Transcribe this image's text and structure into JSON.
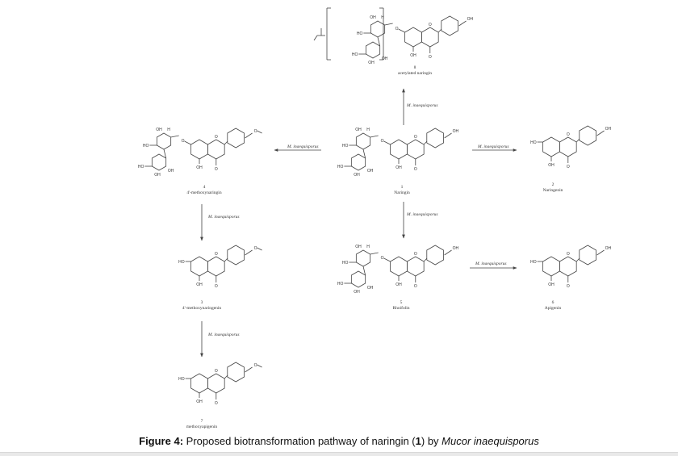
{
  "figure": {
    "compounds": [
      {
        "id": "c8",
        "number": "8",
        "name": "acetylated naringin"
      },
      {
        "id": "c4",
        "number": "4",
        "name": "4'-methoxynaringin"
      },
      {
        "id": "c1",
        "number": "1",
        "name": "Naringin"
      },
      {
        "id": "c2",
        "number": "2",
        "name": "Naringenin"
      },
      {
        "id": "c3",
        "number": "3",
        "name": "4'-methoxynaringenin"
      },
      {
        "id": "c5",
        "number": "5",
        "name": "Rhoifolin"
      },
      {
        "id": "c6",
        "number": "6",
        "name": "Apigenin"
      },
      {
        "id": "c7",
        "number": "7",
        "name": "methoxyapigenin"
      }
    ],
    "arrow_label": "M. inaequisporus",
    "atom_labels": {
      "oh": "OH",
      "ho": "HO",
      "o": "O",
      "h": "H"
    }
  },
  "caption": {
    "prefix": "Figure 4:",
    "text_before": " Proposed biotransformation pathway of naringin (",
    "compound_ref": "1",
    "text_after": ") by ",
    "organism": "Mucor inaequisporus"
  }
}
